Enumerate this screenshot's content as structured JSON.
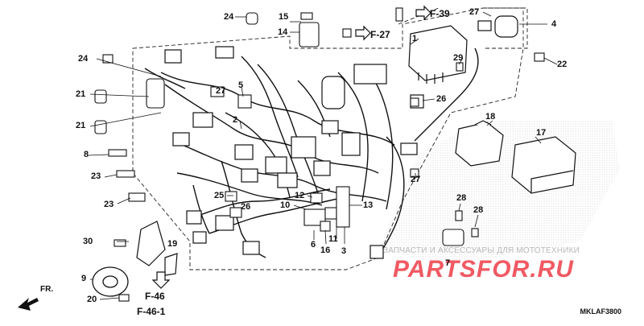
{
  "diagram_code": "MKLAF3800",
  "direction_label": "FR.",
  "watermark": {
    "line1": "ЗАПЧАСТИ И АКСЕССУАРЫ ДЛЯ МОТОТЕХНИКИ",
    "line2": "PARTSFOR.RU"
  },
  "references": [
    "F-39",
    "F-27",
    "F-46",
    "F-46-1"
  ],
  "callouts": [
    "1",
    "2",
    "3",
    "4",
    "5",
    "6",
    "7",
    "8",
    "9",
    "10",
    "11",
    "12",
    "13",
    "14",
    "15",
    "16",
    "17",
    "18",
    "19",
    "20",
    "21",
    "21",
    "22",
    "23",
    "23",
    "24",
    "24",
    "25",
    "26",
    "26",
    "27",
    "27",
    "27",
    "28",
    "28",
    "29",
    "30"
  ],
  "colors": {
    "ink": "#111111",
    "watermark_red": "#f05a63",
    "watermark_grey": "#b9b9b9",
    "shade": "#cfcfcf"
  }
}
